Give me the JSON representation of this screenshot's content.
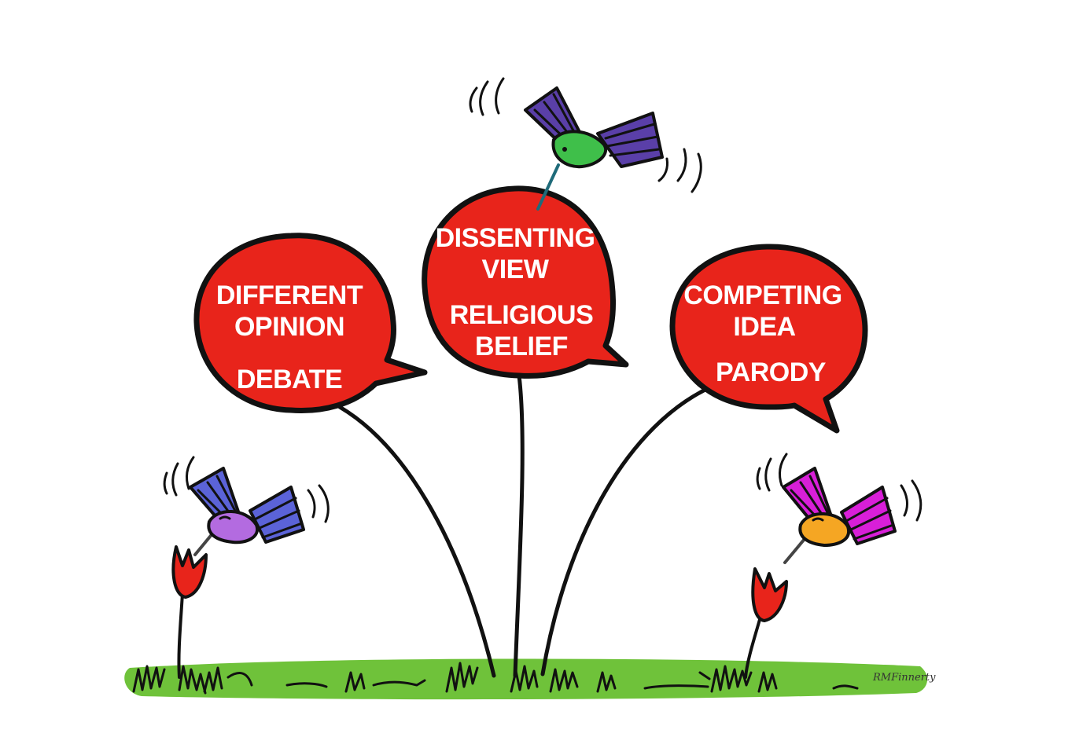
{
  "colors": {
    "bubble_fill": "#e8241b",
    "outline": "#111111",
    "grass": "#6fc23a",
    "bird_center_body": "#3fbf4a",
    "bird_center_wings": "#5a3fa8",
    "bird_left_body": "#b36be0",
    "bird_left_wings": "#5b63d8",
    "bird_right_body": "#f5a623",
    "bird_right_wings": "#d81fd8",
    "flower": "#e8241b"
  },
  "bubbles": {
    "left": {
      "lines": [
        "DIFFERENT",
        "OPINION",
        "DEBATE"
      ]
    },
    "center": {
      "lines": [
        "DISSENTING",
        "VIEW",
        "RELIGIOUS",
        "BELIEF"
      ]
    },
    "right": {
      "lines": [
        "COMPETING",
        "IDEA",
        "PARODY"
      ]
    }
  },
  "icons": {
    "center_bird": "hummingbird-icon",
    "left_bird": "hummingbird-icon",
    "right_bird": "hummingbird-icon",
    "flowers": "tulip-icon"
  },
  "signature": "RMFinnerty"
}
